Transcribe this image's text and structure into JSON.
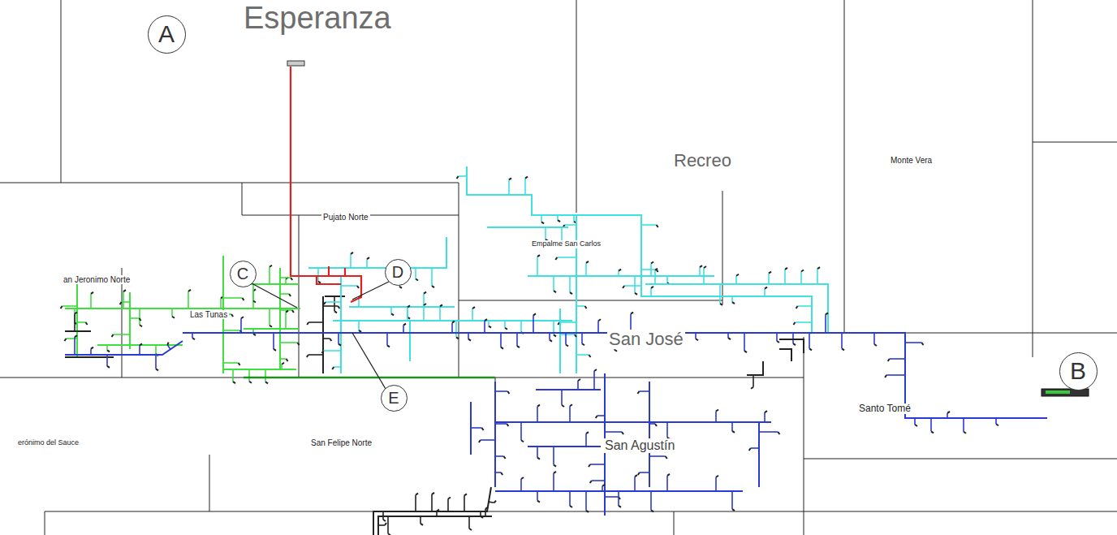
{
  "diagram": {
    "nodes": [
      {
        "text": [
          "A"
        ]
      },
      {
        "text": [
          "C"
        ]
      },
      {
        "text": [
          "D"
        ]
      },
      {
        "text": [
          "B"
        ]
      },
      {
        "text": [
          "E"
        ]
      }
    ],
    "labels": [
      "Esperanza",
      "Recreo",
      "Monte Vera",
      "Pujato Norte",
      "Empalme San Carlos",
      "an Jeronimo Norte",
      "Las Tunas",
      "San José",
      "Santo Tomé",
      "San Agustín",
      "San Felipe Norte",
      "erónimo del Sauce"
    ]
  }
}
